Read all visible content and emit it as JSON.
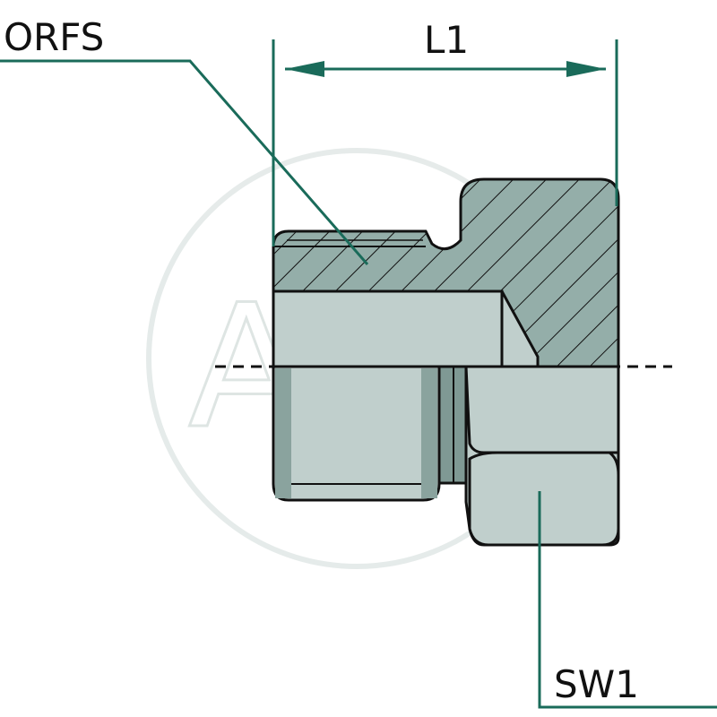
{
  "labels": {
    "face_seal": "ORFS",
    "length": "L1",
    "wrench_size": "SW1"
  },
  "watermark": "AGD",
  "colors": {
    "leader": "#1a6b5a",
    "body_fill": "#c0cfcc",
    "section_fill": "#94aea9",
    "shade": "#7f9994",
    "outline": "#111111",
    "watermark": "#dfe6e5"
  }
}
